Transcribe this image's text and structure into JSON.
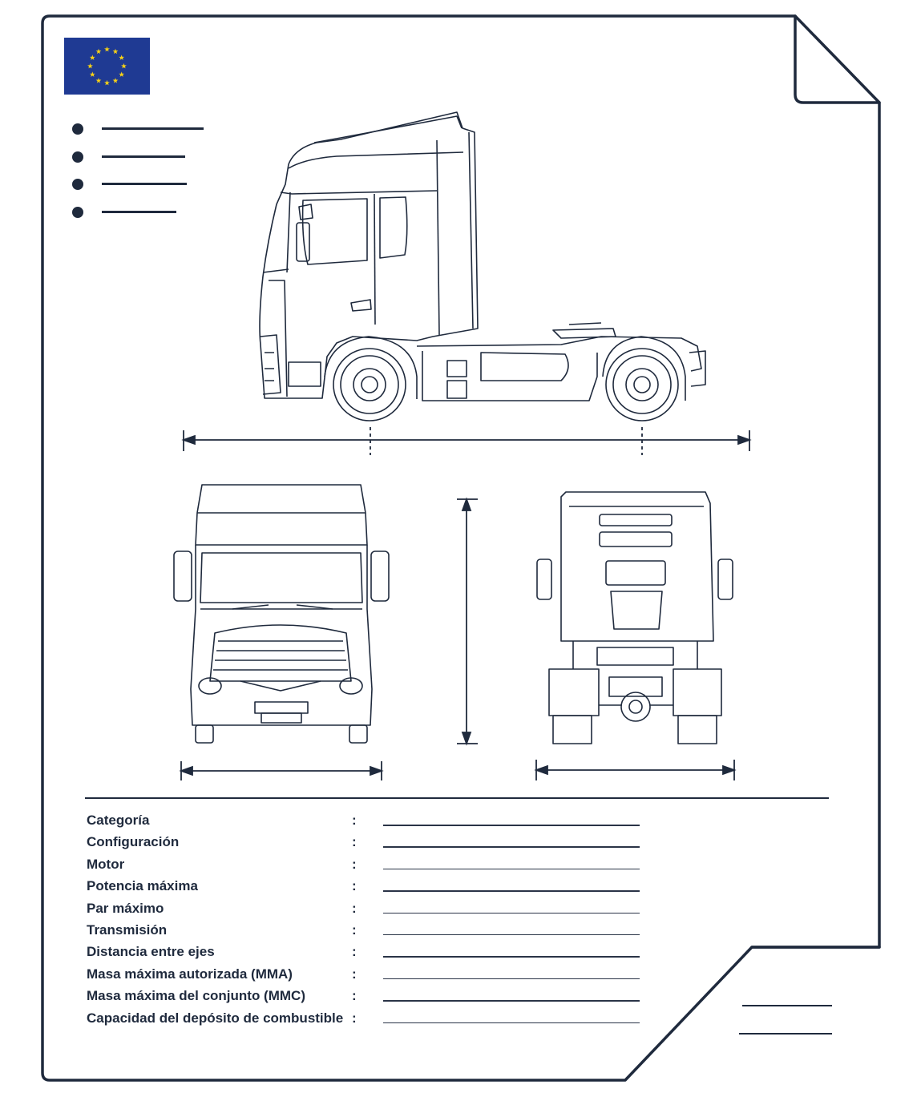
{
  "document": {
    "type": "vehicle-specification-sheet",
    "flag": {
      "name": "eu-flag",
      "field_color": "#1f3a93",
      "star_color": "#f7d117",
      "star_count": 12
    },
    "bullet_list": {
      "count": 4
    },
    "views": [
      "side-view",
      "front-view",
      "rear-view"
    ]
  },
  "specs": [
    {
      "label": "Categoría",
      "sep": ":"
    },
    {
      "label": "Configuración",
      "sep": ":"
    },
    {
      "label": "Motor",
      "sep": ":"
    },
    {
      "label": "Potencia máxima",
      "sep": ":"
    },
    {
      "label": "Par máximo",
      "sep": ":"
    },
    {
      "label": "Transmisión",
      "sep": ":"
    },
    {
      "label": "Distancia entre ejes",
      "sep": ":"
    },
    {
      "label": "Masa máxima autorizada (MMA)",
      "sep": ":"
    },
    {
      "label": "Masa máxima del conjunto (MMC)",
      "sep": ":"
    },
    {
      "label": "Capacidad del depósito de combustible",
      "sep": ":"
    }
  ],
  "colors": {
    "ink": "#1f2a3d",
    "paper": "#ffffff",
    "flag_blue": "#1f3a93",
    "flag_star": "#f7d117"
  }
}
